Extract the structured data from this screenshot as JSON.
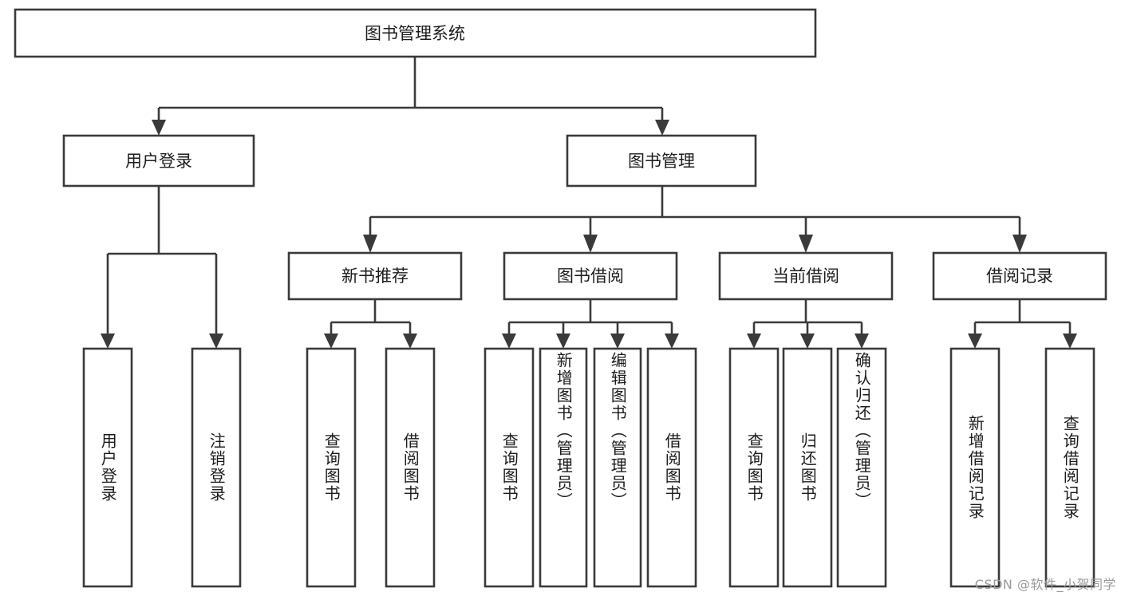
{
  "diagram": {
    "type": "tree-hierarchy",
    "title": "图书管理系统",
    "root": {
      "id": "root",
      "label": "图书管理系统",
      "level": 0
    },
    "level1": [
      {
        "id": "user-login",
        "label": "用户登录"
      },
      {
        "id": "book-management",
        "label": "图书管理"
      }
    ],
    "level2": [
      {
        "id": "new-book-recommend",
        "label": "新书推荐",
        "parent": "book-management"
      },
      {
        "id": "book-borrow",
        "label": "图书借阅",
        "parent": "book-management"
      },
      {
        "id": "current-borrow",
        "label": "当前借阅",
        "parent": "book-management"
      },
      {
        "id": "borrow-record",
        "label": "借阅记录",
        "parent": "book-management"
      }
    ],
    "leaves": [
      {
        "id": "leaf-user-login",
        "label": "用户登录",
        "parent": "user-login"
      },
      {
        "id": "leaf-logout-login",
        "label": "注销登录",
        "parent": "user-login"
      },
      {
        "id": "leaf-query-book-1",
        "label": "查询图书",
        "parent": "new-book-recommend"
      },
      {
        "id": "leaf-borrow-book-1",
        "label": "借阅图书",
        "parent": "new-book-recommend"
      },
      {
        "id": "leaf-query-book-2",
        "label": "查询图书",
        "parent": "book-borrow"
      },
      {
        "id": "leaf-add-book",
        "label": "新增图书（管理员）",
        "parent": "book-borrow"
      },
      {
        "id": "leaf-edit-book",
        "label": "编辑图书（管理员）",
        "parent": "book-borrow"
      },
      {
        "id": "leaf-borrow-book-2",
        "label": "借阅图书",
        "parent": "book-borrow"
      },
      {
        "id": "leaf-query-book-3",
        "label": "查询图书",
        "parent": "current-borrow"
      },
      {
        "id": "leaf-return-book",
        "label": "归还图书",
        "parent": "current-borrow"
      },
      {
        "id": "leaf-confirm-return",
        "label": "确认归还（管理员）",
        "parent": "current-borrow"
      },
      {
        "id": "leaf-add-record",
        "label": "新增借阅记录",
        "parent": "borrow-record"
      },
      {
        "id": "leaf-query-record",
        "label": "查询借阅记录",
        "parent": "borrow-record"
      }
    ],
    "colors": {
      "stroke": "#3a3a3a",
      "fill": "#ffffff",
      "text": "#1c1c1c",
      "watermark": "#9a9a9a",
      "background": "#ffffff"
    }
  },
  "watermark": {
    "text": "CSDN @软件_小贺同学"
  }
}
